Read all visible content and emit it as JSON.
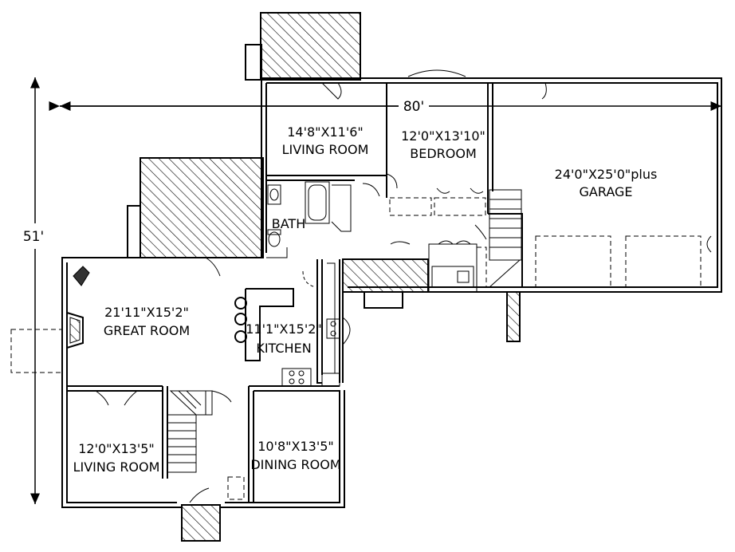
{
  "dimensions": {
    "width_label": "80'",
    "height_label": "51'"
  },
  "rooms": {
    "living_room_top": {
      "size": "14'8\"X11'6\"",
      "name": "LIVING ROOM"
    },
    "bedroom": {
      "size": "12'0\"X13'10\"",
      "name": "BEDROOM"
    },
    "garage": {
      "size": "24'0\"X25'0\"plus",
      "name": "GARAGE"
    },
    "bath": {
      "name": "BATH"
    },
    "great_room": {
      "size": "21'11\"X15'2\"",
      "name": "GREAT ROOM"
    },
    "kitchen": {
      "size": "11'1\"X15'2\"",
      "name": "KITCHEN"
    },
    "living_room_bottom": {
      "size": "12'0\"X13'5\"",
      "name": "LIVING ROOM"
    },
    "dining_room": {
      "size": "10'8\"X13'5\"",
      "name": "DINING ROOM"
    }
  }
}
